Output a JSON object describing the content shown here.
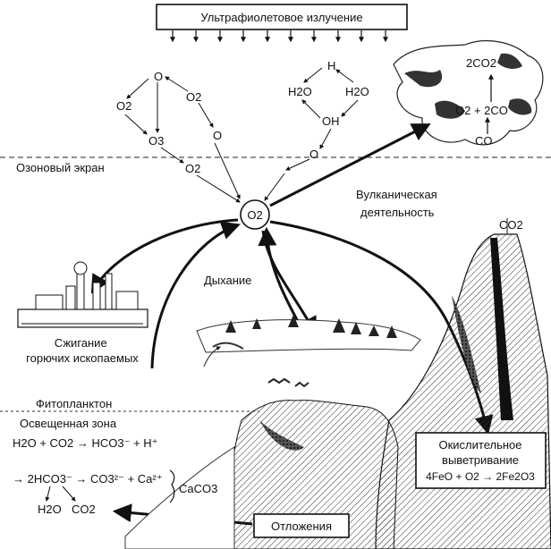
{
  "uv": {
    "label": "Ультрафиолетовое излучение"
  },
  "ozone": {
    "label": "Озоновый экран",
    "o_top": "O",
    "o2_left": "O2",
    "o2_right": "O2",
    "o3": "O3",
    "o_right": "O",
    "o2_bottom": "O2"
  },
  "water": {
    "h": "H",
    "h2o_left": "H2O",
    "h2o_right": "H2O",
    "oh": "OH",
    "o": "O"
  },
  "center": {
    "o2": "O2"
  },
  "cloud": {
    "co2": "2CO2",
    "reaction": "O2 + 2CO",
    "co": "CO"
  },
  "labels": {
    "volcanic": "Вулканическая\nдеятельность",
    "co2_volcano": "CO2",
    "respiration": "Дыхание",
    "combustion": "Сжигание\nгорючих ископаемых",
    "phytoplankton": "Фитопланктон",
    "lit_zone": "Освещенная зона"
  },
  "equations": {
    "eq1": "H2O + CO2 → HCO3⁻ + H⁺",
    "eq2": "→ 2HCO3⁻ → CO3²⁻ + Ca²⁺",
    "caco3": "CaCO3",
    "h2o": "H2O",
    "co2": "CO2"
  },
  "oxidation_box": {
    "line1": "Окислительное",
    "line2": "выветривание",
    "line3": "4FeO + O2 → 2Fe2O3"
  },
  "sediments": {
    "label": "Отложения"
  }
}
